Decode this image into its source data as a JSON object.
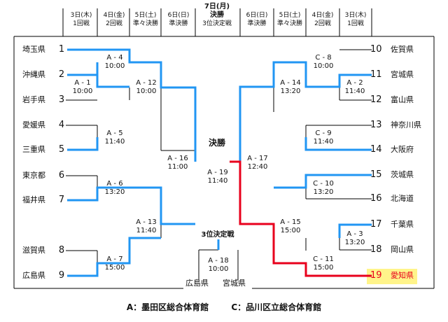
{
  "headers": {
    "left": [
      {
        "day": "3日(木)",
        "round": "1回戦"
      },
      {
        "day": "4日(金)",
        "round": "2回戦"
      },
      {
        "day": "5日(土)",
        "round": "準々決勝"
      },
      {
        "day": "6日(日)",
        "round": "準決勝"
      }
    ],
    "center": {
      "day": "7日(月)",
      "round": "決勝",
      "sub": "3位決定戦"
    },
    "right": [
      {
        "day": "6日(日)",
        "round": "準決勝"
      },
      {
        "day": "5日(土)",
        "round": "準々決勝"
      },
      {
        "day": "4日(金)",
        "round": "2回戦"
      },
      {
        "day": "3日(木)",
        "round": "1回戦"
      }
    ]
  },
  "teams_left": [
    {
      "no": "1",
      "name": "埼玉県"
    },
    {
      "no": "2",
      "name": "沖縄県"
    },
    {
      "no": "3",
      "name": "岩手県"
    },
    {
      "no": "4",
      "name": "愛媛県"
    },
    {
      "no": "5",
      "name": "三重県"
    },
    {
      "no": "6",
      "name": "東京都"
    },
    {
      "no": "7",
      "name": "福井県"
    },
    {
      "no": "8",
      "name": "滋賀県"
    },
    {
      "no": "9",
      "name": "広島県"
    }
  ],
  "teams_right": [
    {
      "no": "10",
      "name": "佐賀県"
    },
    {
      "no": "11",
      "name": "宮城県"
    },
    {
      "no": "12",
      "name": "富山県"
    },
    {
      "no": "13",
      "name": "神奈川県"
    },
    {
      "no": "14",
      "name": "大阪府"
    },
    {
      "no": "15",
      "name": "茨城県"
    },
    {
      "no": "16",
      "name": "北海道"
    },
    {
      "no": "17",
      "name": "千葉県"
    },
    {
      "no": "18",
      "name": "岡山県"
    },
    {
      "no": "19",
      "name": "愛知県"
    }
  ],
  "matches": {
    "a1": {
      "id": "A - 1",
      "time": "10:00"
    },
    "a4": {
      "id": "A - 4",
      "time": "10:00"
    },
    "a5": {
      "id": "A - 5",
      "time": "11:40"
    },
    "a6": {
      "id": "A - 6",
      "time": "13:20"
    },
    "a7": {
      "id": "A - 7",
      "time": "15:00"
    },
    "a12": {
      "id": "A - 12",
      "time": "10:00"
    },
    "a13": {
      "id": "A - 13",
      "time": "11:40"
    },
    "a16": {
      "id": "A - 16",
      "time": "11:00"
    },
    "a19": {
      "id": "A - 19",
      "time": "11:40"
    },
    "a17": {
      "id": "A - 17",
      "time": "12:40"
    },
    "a14": {
      "id": "A - 14",
      "time": "13:20"
    },
    "a15": {
      "id": "A - 15",
      "time": "15:00"
    },
    "c8": {
      "id": "C - 8",
      "time": "10:00"
    },
    "a2": {
      "id": "A - 2",
      "time": "11:40"
    },
    "c9": {
      "id": "C - 9",
      "time": "11:40"
    },
    "c10": {
      "id": "C - 10",
      "time": "13:20"
    },
    "a3": {
      "id": "A - 3",
      "time": "13:20"
    },
    "c11": {
      "id": "C - 11",
      "time": "15:00"
    },
    "a18": {
      "id": "A - 18",
      "time": "10:00"
    }
  },
  "labels": {
    "final": "決勝",
    "third_place": "3位決定戦",
    "third_left": "広島県",
    "third_right": "宮城県"
  },
  "legend": {
    "a": "A：墨田区総合体育館",
    "c": "C：品川区立総合体育館"
  },
  "colors": {
    "advance": "#2196f3",
    "champion": "#e8001c",
    "line": "#000000",
    "highlight": "#fff48a"
  }
}
